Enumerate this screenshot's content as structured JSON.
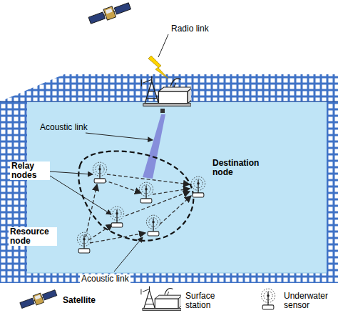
{
  "diagram": {
    "labels": [
      "Radio link",
      "Acoustic link",
      "Destination node",
      "Relay nodes",
      "Resource node",
      "Acoustic link"
    ],
    "legend": [
      {
        "text": "Satellite"
      },
      {
        "text": "Surface station"
      },
      {
        "text": "Underwater sensor"
      }
    ]
  }
}
